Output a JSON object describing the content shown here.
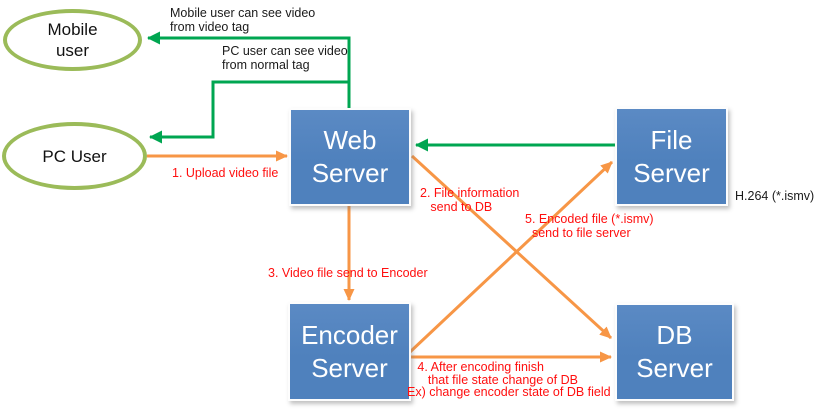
{
  "colors": {
    "node-fill": "#4f81bd",
    "node-fill-light": "#5b8ac4",
    "node-text": "#ffffff",
    "ellipse-stroke": "#9bbb59",
    "green-arrow": "#00a651",
    "orange-arrow": "#f79646",
    "red-label": "#ff0f0f",
    "black-label": "#1a1a1a"
  },
  "nodes": {
    "mobile_user": {
      "label": "Mobile\nuser"
    },
    "pc_user": {
      "label": "PC User"
    },
    "web_server": {
      "label": "Web\nServer"
    },
    "file_server": {
      "label": "File\nServer"
    },
    "encoder_server": {
      "label": "Encoder\nServer"
    },
    "db_server": {
      "label": "DB\nServer"
    }
  },
  "labels": {
    "mobile_view": "Mobile user can see video\nfrom video tag",
    "pc_view": "PC user can see video\nfrom normal tag",
    "step1": "1. Upload video file",
    "step2": "2. File information\n   send to DB",
    "step3": "3. Video file send to Encoder",
    "step4": "   4. After encoding finish\n      that file state change of DB\nEx) change encoder state of DB field",
    "step5": "5. Encoded file (*.ismv)\n  send to file server",
    "h264": "H.264 (*.ismv)"
  }
}
